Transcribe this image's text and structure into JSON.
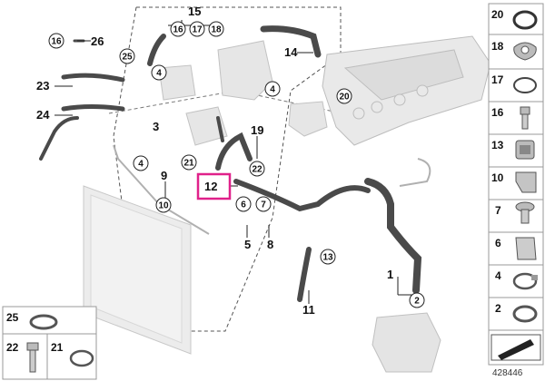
{
  "diagram": {
    "labels": {
      "l1": "1",
      "l3": "3",
      "l5": "5",
      "l8": "8",
      "l9": "9",
      "l11": "11",
      "l12": "12",
      "l14": "14",
      "l15": "15",
      "l19": "19",
      "l23": "23",
      "l24": "24",
      "l26": "26"
    },
    "circles": {
      "c2": "2",
      "c4a": "4",
      "c4b": "4",
      "c4c": "4",
      "c6": "6",
      "c7": "7",
      "c10": "10",
      "c13": "13",
      "c16a": "16",
      "c16b": "16",
      "c17": "17",
      "c18": "18",
      "c20": "20",
      "c21": "21",
      "c22": "22",
      "c25": "25"
    },
    "highlight_color": "#e0218a"
  },
  "legend": {
    "right": [
      {
        "num": "20",
        "icon": "o-ring-icon"
      },
      {
        "num": "18",
        "icon": "gasket-icon"
      },
      {
        "num": "17",
        "icon": "spring-clip-icon"
      },
      {
        "num": "16",
        "icon": "bolt-icon"
      },
      {
        "num": "13",
        "icon": "connector-icon"
      },
      {
        "num": "10",
        "icon": "clip-icon"
      },
      {
        "num": "7",
        "icon": "expansion-rivet-icon"
      },
      {
        "num": "6",
        "icon": "bracket-icon"
      },
      {
        "num": "4",
        "icon": "hose-clamp-icon"
      },
      {
        "num": "2",
        "icon": "spring-band-clamp-icon"
      }
    ],
    "bottom": [
      {
        "num": "25",
        "icon": "clamp-icon"
      },
      {
        "num": "22",
        "icon": "screw-icon"
      },
      {
        "num": "21",
        "icon": "hose-clamp-icon"
      }
    ]
  },
  "footer": {
    "image_code": "428446"
  }
}
